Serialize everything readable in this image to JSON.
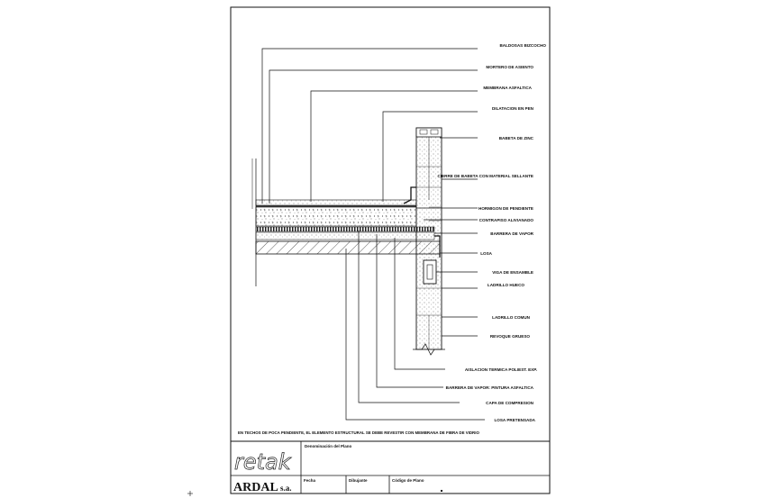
{
  "labels": [
    "BALDOSAS BIZCOCHO",
    "MORTERO DE ASIENTO",
    "MEMBRANA ASFALTICA",
    "DILATACION EN PEN",
    "BABETA DE ZINC",
    "CIERRE DE BABETA CON MATERIAL SELLANTE",
    "HORMIGON DE PENDIENTE",
    "CONTRAPISO ALIVIANADO",
    "BARRERA DE VAPOR",
    "LOSA",
    "VIGA DE ENSAMBLE",
    "LADRILLO HUECO",
    "LADRILLO COMUN",
    "REVOQUE GRUESO",
    "AISLACION TERMICA POLIEST. EXP.",
    "BARRERA DE VAPOR: PINTURA ASFALTICA",
    "CAPA DE COMPRESION",
    "LOSA PRETENSADA"
  ],
  "note": "EN TECHOS DE POCA PENDIENTE, EL ELEMENTO ESTRUCTURAL SE DEBE REVESTIR CON MEMBRANA DE FIBRA DE VIDRIO",
  "title_block": {
    "denominacion_label": "Denominación del Plano",
    "logo_text": "retak",
    "brand": "ARDAL",
    "brand_suffix": "s.a.",
    "fecha_label": "Fecha",
    "dibujante_label": "Dibujante",
    "codigo_label": "Código de Plano"
  }
}
